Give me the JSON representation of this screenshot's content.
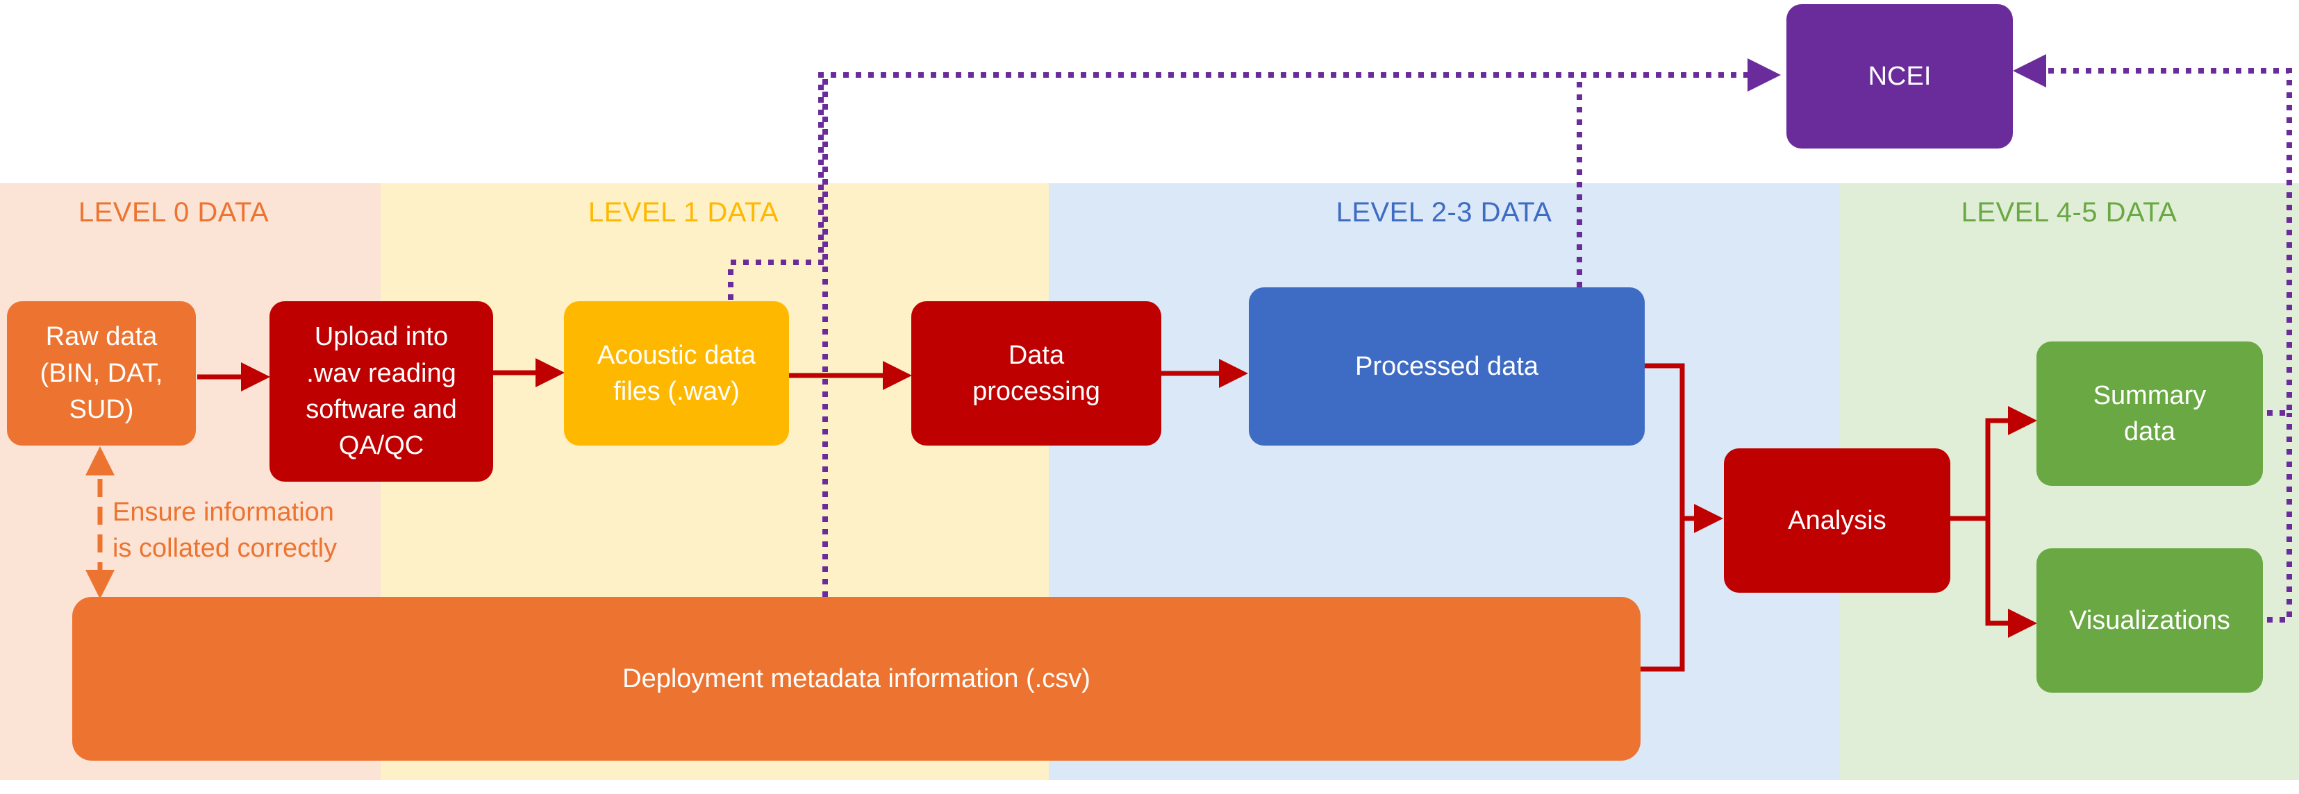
{
  "colors": {
    "level0_band": "#FBE3D5",
    "level1_band": "#FEF1C8",
    "level23_band": "#DAE8F7",
    "level45_band": "#E0EED7",
    "orange": "#ED7430",
    "red": "#BF0000",
    "amber": "#FFB800",
    "blue": "#3E6BC3",
    "purple": "#6B2C9B",
    "green": "#6AA843",
    "level0_title": "#ED7430",
    "level1_title": "#FFB800",
    "level23_title": "#3E6BC3",
    "level45_title": "#6AA843"
  },
  "levels": {
    "level0": "LEVEL 0 DATA",
    "level1": "LEVEL 1 DATA",
    "level23": "LEVEL 2-3 DATA",
    "level45": "LEVEL 4-5 DATA"
  },
  "nodes": {
    "raw_data": "Raw data\n(BIN, DAT,\nSUD)",
    "upload": "Upload into\n.wav reading\nsoftware and\nQA/QC",
    "acoustic": "Acoustic data\nfiles (.wav)",
    "data_processing": "Data\nprocessing",
    "processed_data": "Processed data",
    "analysis": "Analysis",
    "summary_data": "Summary\ndata",
    "visualizations": "Visualizations",
    "ncei": "NCEI",
    "deployment_metadata": "Deployment metadata information (.csv)"
  },
  "annotations": {
    "ensure_info": "Ensure information\nis collated correctly"
  }
}
